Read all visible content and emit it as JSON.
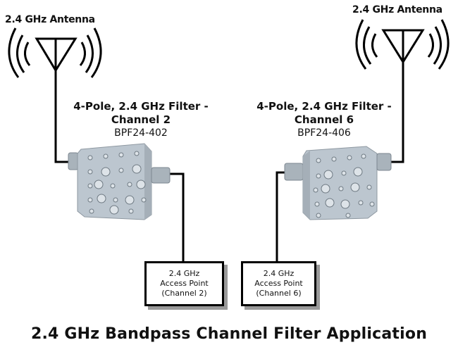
{
  "left": {
    "antenna_label": "2.4 GHz Antenna",
    "filter_title_line1": "4-Pole, 2.4 GHz Filter -",
    "filter_title_line2": "Channel 2",
    "filter_model": "BPF24-402",
    "access_point": {
      "line1": "2.4 GHz",
      "line2": "Access Point",
      "line3": "(Channel 2)"
    }
  },
  "right": {
    "antenna_label": "2.4 GHz Antenna",
    "filter_title_line1": "4-Pole, 2.4 GHz Filter -",
    "filter_title_line2": "Channel 6",
    "filter_model": "BPF24-406",
    "access_point": {
      "line1": "2.4 GHz",
      "line2": "Access Point",
      "line3": "(Channel 6)"
    }
  },
  "caption": "2.4 GHz Bandpass Channel Filter Application",
  "colors": {
    "wire": "#000000",
    "filter_body": "#b9c3cc",
    "shadow": "#9a9a9a"
  }
}
